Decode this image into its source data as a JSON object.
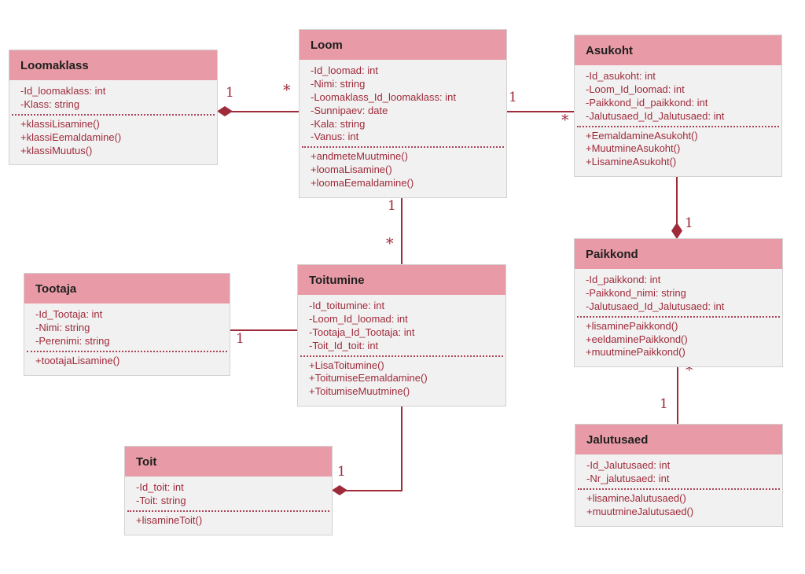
{
  "colors": {
    "header_pink": "#e89ba6",
    "body_gray": "#f2f1f1",
    "line_maroon": "#9e2a3a",
    "member_text": "#9e2a3a",
    "title_text": "#1f1f1f"
  },
  "multiplicities": {
    "one": "1",
    "many": "*"
  },
  "classes": [
    {
      "key": "loomaklass",
      "title": "Loomaklass",
      "attributes": [
        "-Id_loomaklass: int",
        "-Klass: string"
      ],
      "methods": [
        "+klassiLisamine()",
        "+klassiEemaldamine()",
        "+klassiMuutus()"
      ]
    },
    {
      "key": "loom",
      "title": "Loom",
      "attributes": [
        "-Id_loomad: int",
        "-Nimi: string",
        "-Loomaklass_Id_loomaklass: int",
        "-Sunnipaev: date",
        "-Kala: string",
        "-Vanus: int"
      ],
      "methods": [
        "+andmeteMuutmine()",
        "+loomaLisamine()",
        "+loomaEemaldamine()"
      ]
    },
    {
      "key": "asukoht",
      "title": "Asukoht",
      "attributes": [
        "-Id_asukoht: int",
        "-Loom_Id_loomad: int",
        "-Paikkond_id_paikkond: int",
        "-Jalutusaed_Id_Jalutusaed: int"
      ],
      "methods": [
        "+EemaldamineAsukoht()",
        "+MuutmineAsukoht()",
        "+LisamineAsukoht()"
      ]
    },
    {
      "key": "tootaja",
      "title": "Tootaja",
      "attributes": [
        "-Id_Tootaja: int",
        "-Nimi: string",
        "-Perenimi: string"
      ],
      "methods": [
        "+tootajaLisamine()"
      ]
    },
    {
      "key": "toitumine",
      "title": "Toitumine",
      "attributes": [
        "-Id_toitumine: int",
        "-Loom_Id_loomad: int",
        "-Tootaja_Id_Tootaja: int",
        "-Toit_Id_toit: int"
      ],
      "methods": [
        "+LisaToitumine()",
        "+ToitumiseEemaldamine()",
        "+ToitumiseMuutmine()"
      ]
    },
    {
      "key": "paikkond",
      "title": "Paikkond",
      "attributes": [
        "-Id_paikkond: int",
        "-Paikkond_nimi: string",
        "-Jalutusaed_Id_Jalutusaed: int"
      ],
      "methods": [
        "+lisaminePaikkond()",
        "+eeldaminePaikkond()",
        "+muutminePaikkond()"
      ]
    },
    {
      "key": "toit",
      "title": "Toit",
      "attributes": [
        "-Id_toit: int",
        "-Toit: string"
      ],
      "methods": [
        "+lisamineToit()"
      ]
    },
    {
      "key": "jalutusaed",
      "title": "Jalutusaed",
      "attributes": [
        "-Id_Jalutusaed: int",
        "-Nr_jalutusaed: int"
      ],
      "methods": [
        "+lisamineJalutusaed()",
        "+muutmineJalutusaed()"
      ]
    }
  ]
}
